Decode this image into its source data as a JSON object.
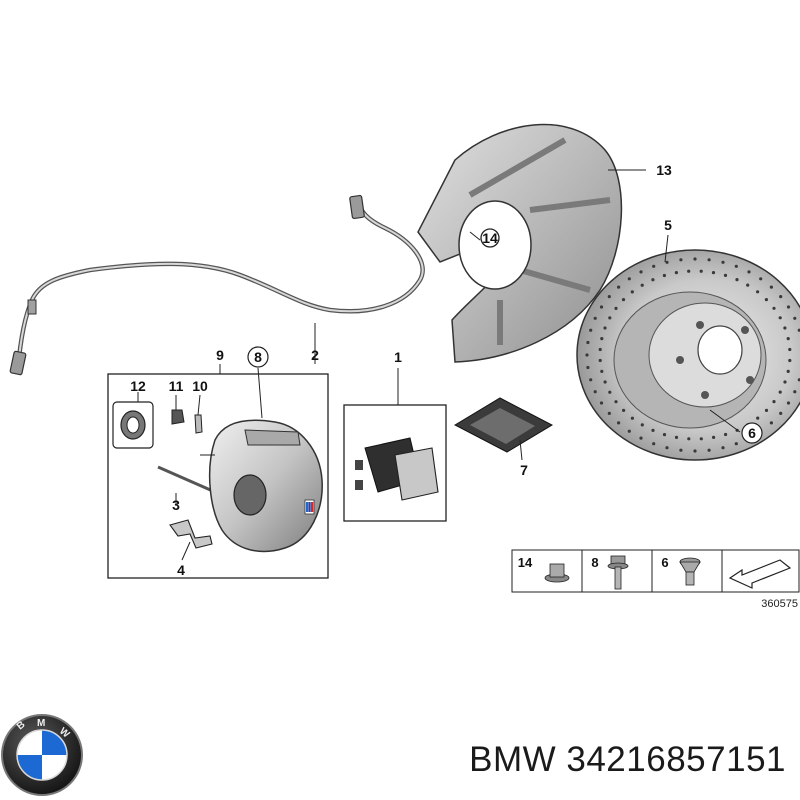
{
  "callouts": {
    "c1": "1",
    "c2": "2",
    "c3": "3",
    "c4": "4",
    "c5": "5",
    "c6": "6",
    "c7": "7",
    "c8": "8",
    "c9": "9",
    "c10": "10",
    "c11": "11",
    "c12": "12",
    "c13": "13",
    "c14": "14"
  },
  "hardware_table": {
    "items": [
      {
        "number": "14",
        "icon": "flange-nut-icon"
      },
      {
        "number": "8",
        "icon": "bolt-icon"
      },
      {
        "number": "6",
        "icon": "countersunk-screw-icon"
      }
    ],
    "arrow_icon": "arrow-icon"
  },
  "diagram_id": "360575",
  "footer": {
    "brand": "BMW",
    "part_number": "34216857151"
  },
  "colors": {
    "line": "#222222",
    "part_fill": "#cfcfcf",
    "part_shade": "#8a8a8a",
    "dark_part": "#3a3a3a",
    "logo_blue": "#1c69d4"
  }
}
